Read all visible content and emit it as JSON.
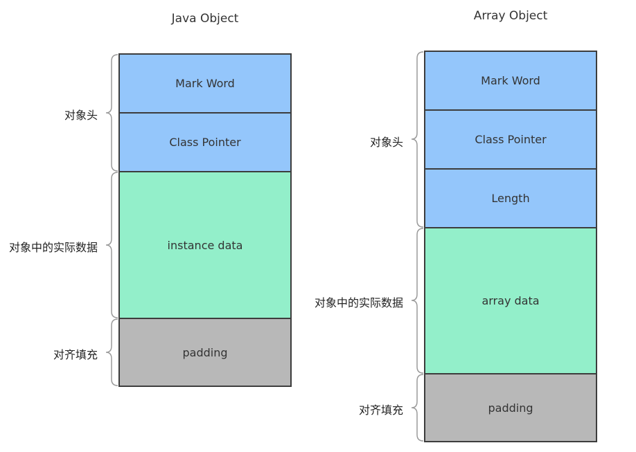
{
  "left_diagram": {
    "title": "Java Object",
    "blocks": {
      "mark_word": "Mark Word",
      "class_pointer": "Class Pointer",
      "instance_data": "instance data",
      "padding": "padding"
    },
    "labels": {
      "header": "对象头",
      "data": "对象中的实际数据",
      "padding": "对齐填充"
    }
  },
  "right_diagram": {
    "title": "Array Object",
    "blocks": {
      "mark_word": "Mark Word",
      "class_pointer": "Class Pointer",
      "length": "Length",
      "array_data": "array data",
      "padding": "padding"
    },
    "labels": {
      "header": "对象头",
      "data": "对象中的实际数据",
      "padding": "对齐填充"
    }
  },
  "colors": {
    "header": "#94c6fb",
    "data": "#93efca",
    "padding": "#b8b8b8"
  }
}
